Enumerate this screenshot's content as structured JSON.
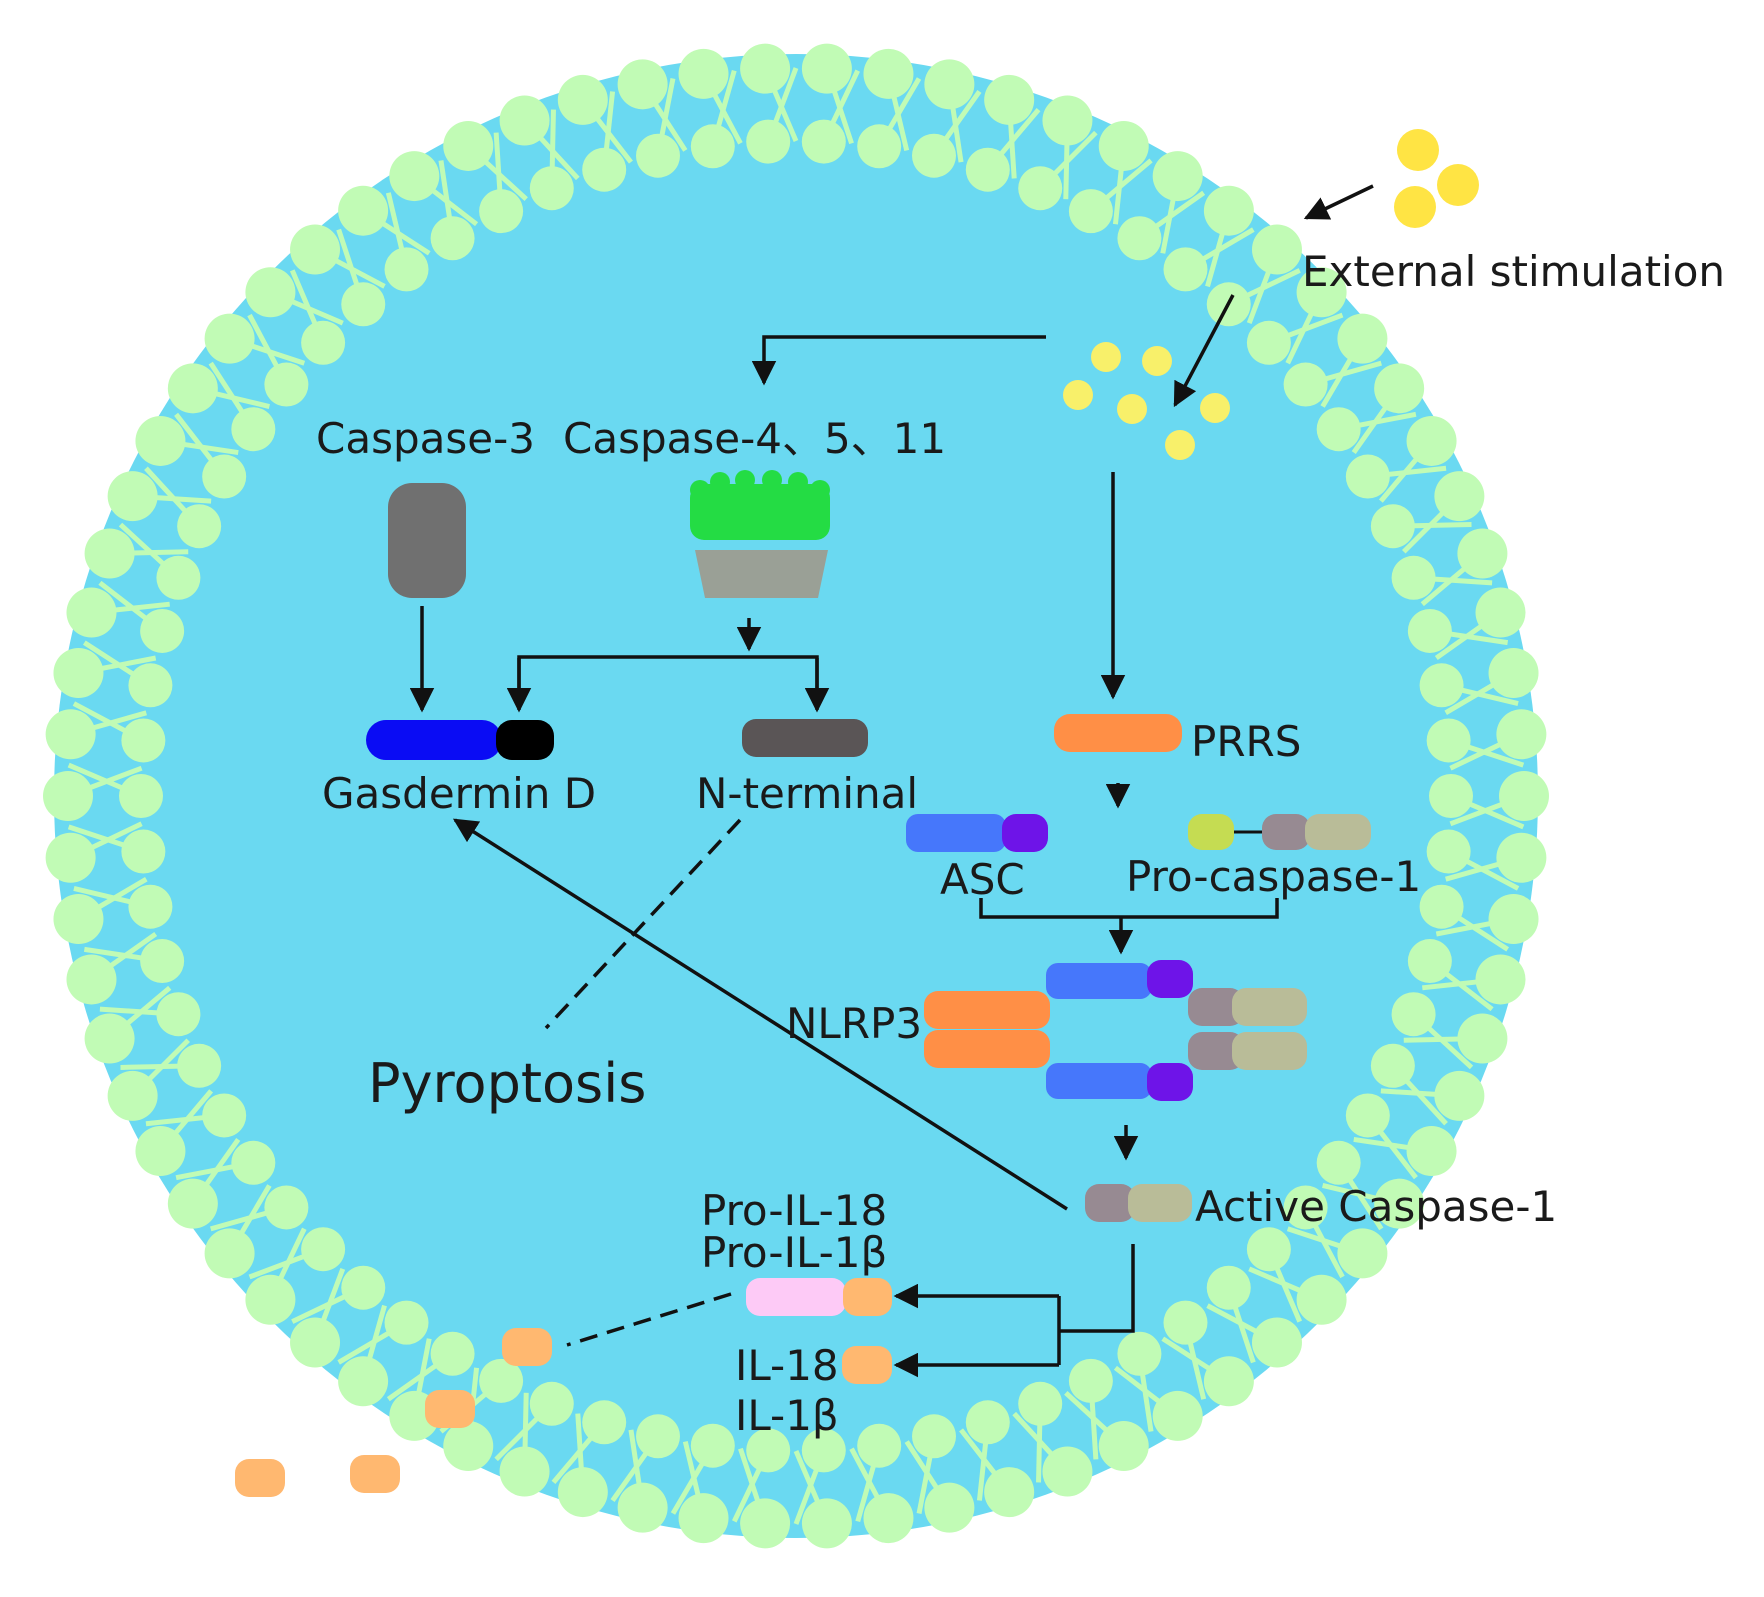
{
  "labels": {
    "external_stimulation": "External stimulation",
    "caspase_3": "Caspase-3",
    "caspase_4_5_11": "Caspase-4、5、11",
    "gasdermin_d": "Gasdermin D",
    "n_terminal": "N-terminal",
    "prrs": "PRRS",
    "asc": "ASC",
    "pro_caspase_1": "Pro-caspase-1",
    "nlrp3": "NLRP3",
    "pyroptosis": "Pyroptosis",
    "active_caspase_1": "Active Caspase-1",
    "pro_il_18": "Pro-IL-18",
    "pro_il_1b": "Pro-IL-1β",
    "il_18": "IL-18",
    "il_1b": "IL-1β"
  },
  "colors": {
    "cytoplasm": "#6ad9f1",
    "membrane_head": "#c1fbb5",
    "stimulus": "#ffe444",
    "caspase_3": "#707070",
    "inflammasome_green": "#24dc44",
    "inflammasome_grey": "#9aa096",
    "gasdermin_blue": "#0a0cf4",
    "gasdermin_black": "#000000",
    "n_terminal": "#5a5556",
    "prrs_orange": "#ff8f46",
    "asc_blue": "#4677fb",
    "asc_purple": "#6e14e8",
    "pro_caspase_lime": "#c5dc52",
    "caspase_mauve": "#978a92",
    "caspase_khaki": "#b9bc98",
    "pro_il_pink": "#fdcaf6",
    "il_orange": "#ffb870",
    "arrow": "#111111"
  },
  "icons": [
    "external-stimulus-icon",
    "caspase-3-icon",
    "caspase-4-5-11-icon",
    "gasdermin-d-icon",
    "n-terminal-icon",
    "prrs-icon",
    "asc-icon",
    "pro-caspase-1-icon",
    "nlrp3-inflammasome-icon",
    "active-caspase-1-icon",
    "pro-il-icon",
    "il-icon"
  ]
}
